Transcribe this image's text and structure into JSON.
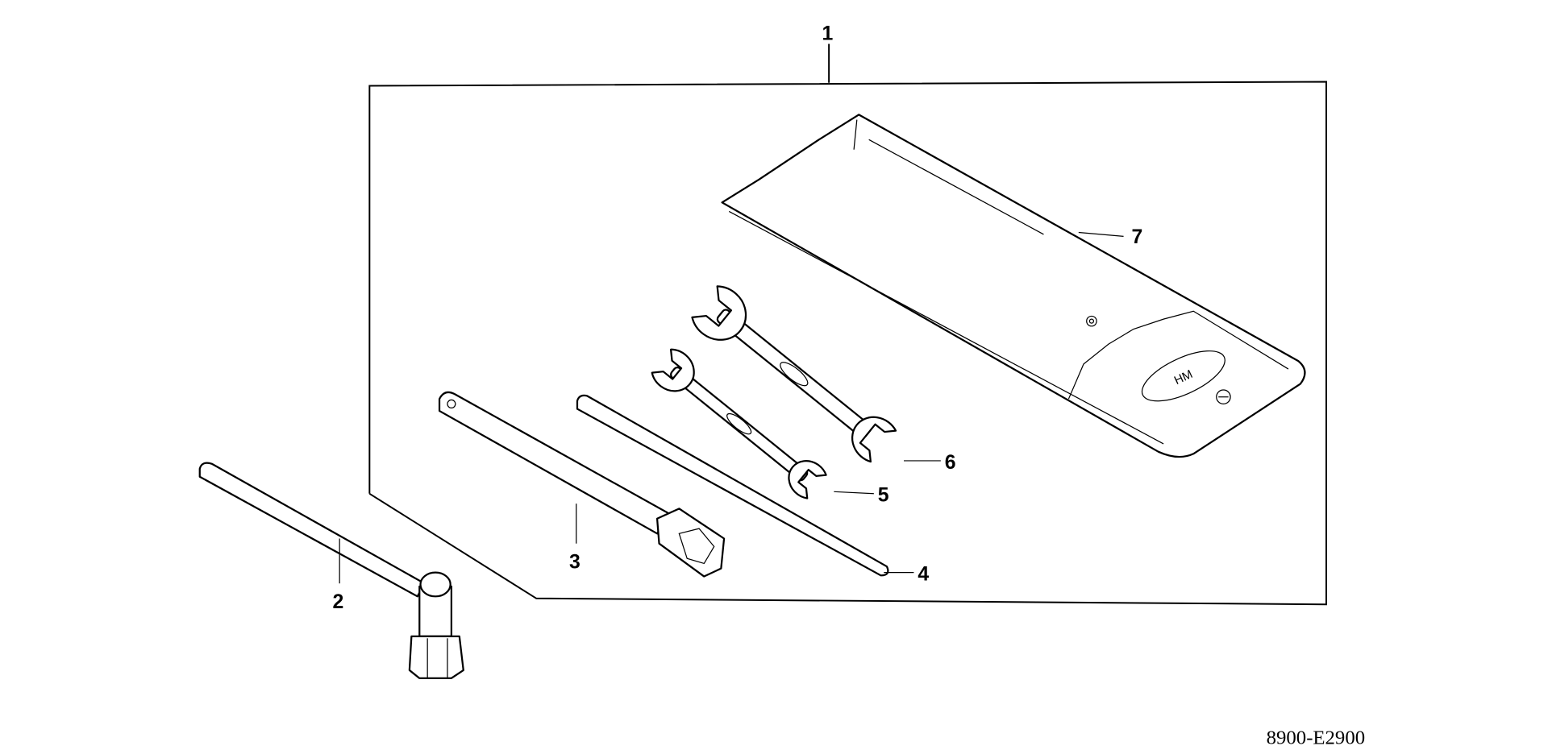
{
  "diagram": {
    "callouts": {
      "kit": "1",
      "plug_wrench": "2",
      "box_tube": "3",
      "tommy_bar": "4",
      "wrench_small": "5",
      "wrench_large": "6",
      "tool_bag": "7"
    },
    "drawing_code": "8900-E2900"
  }
}
